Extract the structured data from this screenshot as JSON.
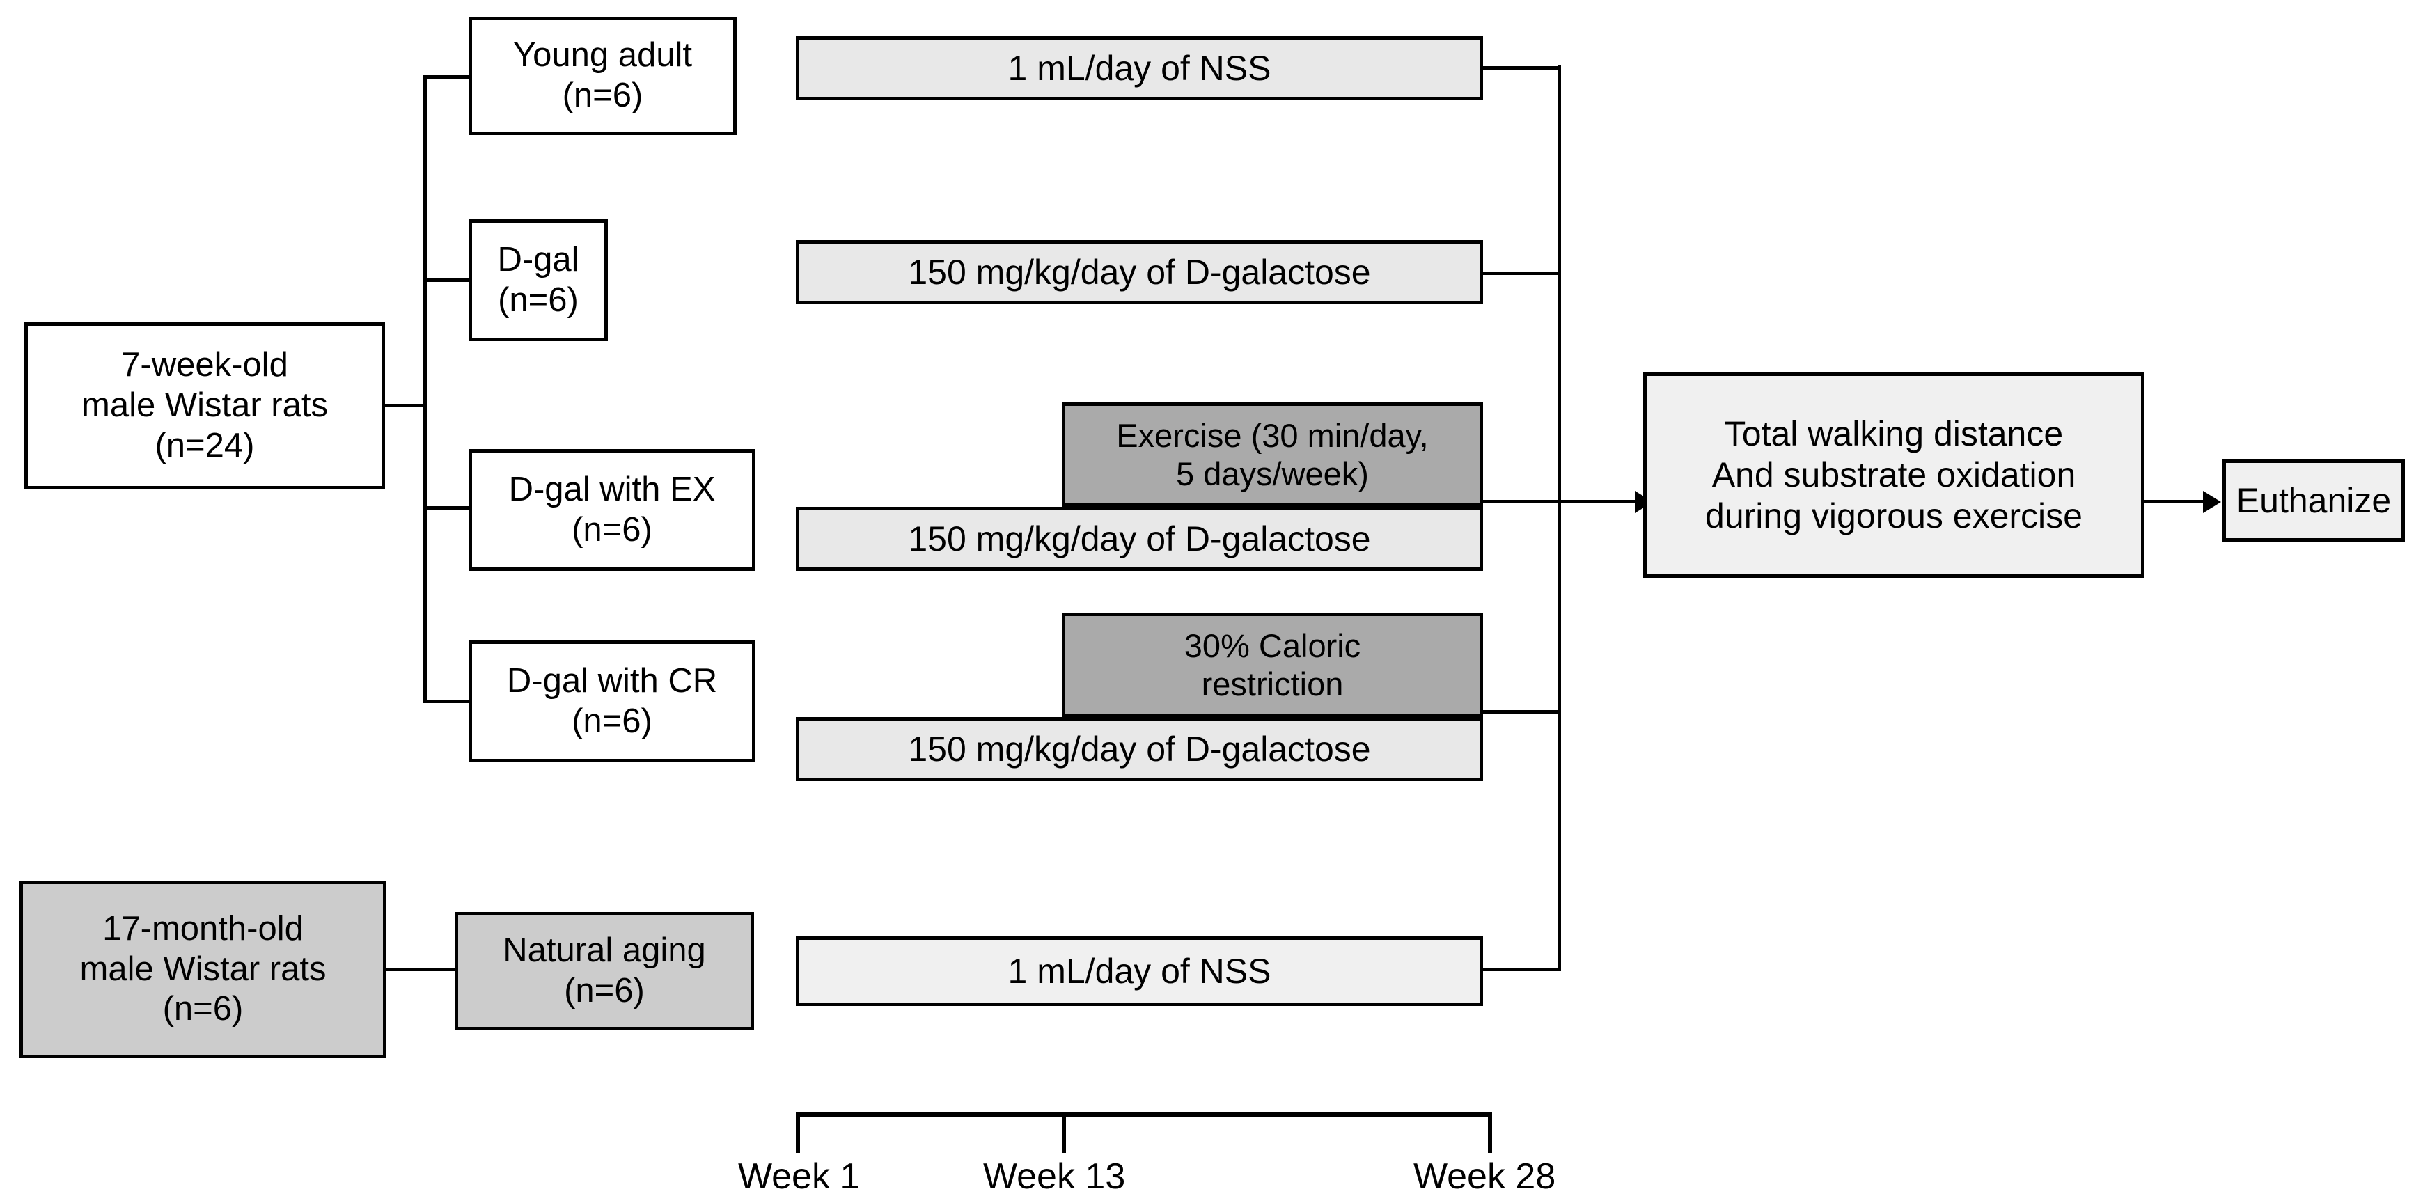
{
  "diagram": {
    "title": "Experimental design flow diagram",
    "colors": {
      "line": "#000000",
      "box_fill_white": "#ffffff",
      "box_fill_light_gray": "#e8e8e8",
      "box_fill_lighter_gray": "#f0f0f0",
      "box_fill_mid_gray": "#cccccc",
      "box_fill_dark_gray": "#aaaaaa"
    }
  },
  "cohorts": {
    "young": {
      "label": "7-week-old\nmale Wistar rats\n(n=24)"
    },
    "aged": {
      "label": "17-month-old\nmale Wistar rats\n(n=6)"
    }
  },
  "groups": [
    {
      "id": "young-adult",
      "label": "Young adult\n(n=6)"
    },
    {
      "id": "d-gal",
      "label": "D-gal\n(n=6)"
    },
    {
      "id": "d-gal-with-ex",
      "label": "D-gal with EX\n(n=6)"
    },
    {
      "id": "d-gal-with-cr",
      "label": "D-gal with CR\n(n=6)"
    },
    {
      "id": "natural-aging",
      "label": "Natural aging\n(n=6)"
    }
  ],
  "treatments": {
    "nss_young": "1 mL/day of NSS",
    "dgal_plain": "150 mg/kg/day of D-galactose",
    "dgal_ex": "150 mg/kg/day of D-galactose",
    "dgal_cr": "150 mg/kg/day of D-galactose",
    "exercise": "Exercise (30 min/day,\n5 days/week)",
    "caloric_restriction": "30% Caloric\nrestriction",
    "nss_aged": "1 mL/day of NSS"
  },
  "outcome": {
    "measurement": "Total walking distance\nAnd substrate oxidation\nduring vigorous exercise",
    "endpoint": "Euthanize"
  },
  "timeline": {
    "ticks": [
      {
        "label": "Week 1"
      },
      {
        "label": "Week 13"
      },
      {
        "label": "Week 28"
      }
    ]
  }
}
